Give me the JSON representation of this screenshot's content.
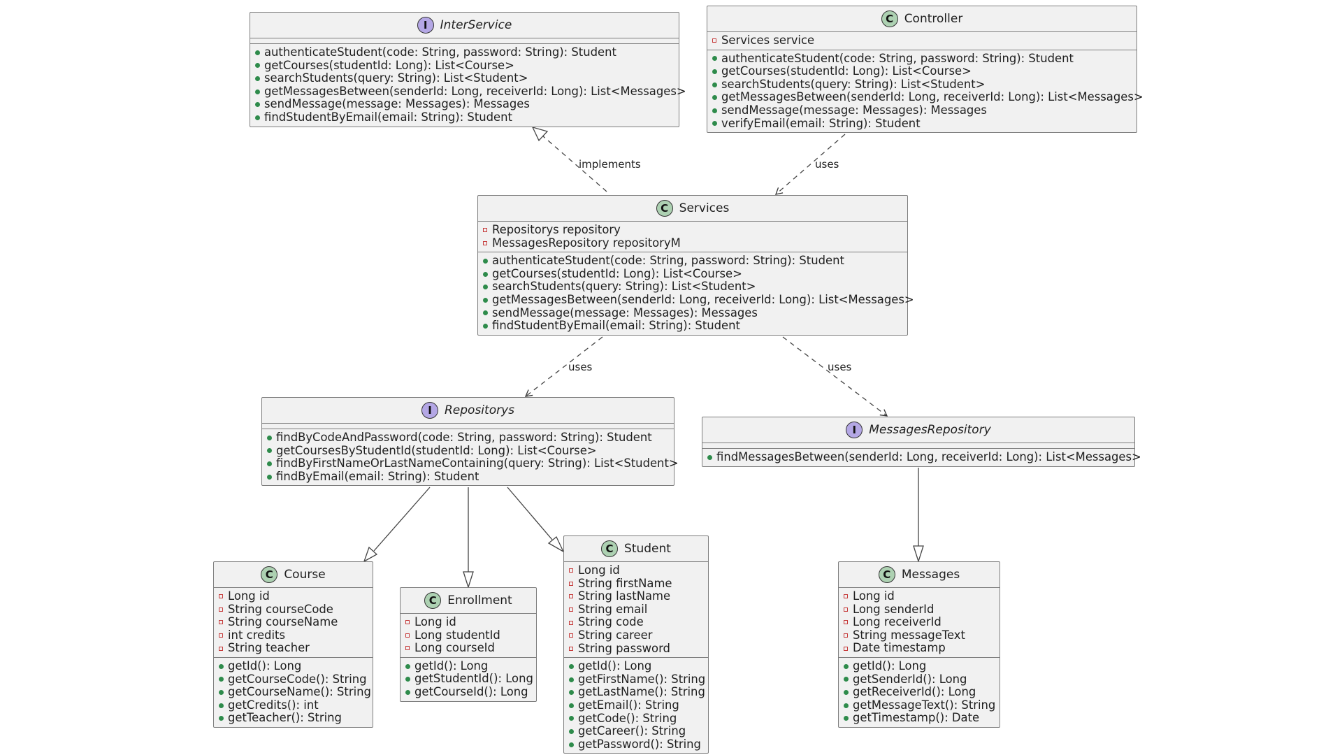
{
  "classes": {
    "interservice": {
      "name": "InterService",
      "kind": "I",
      "attributes": [],
      "methods": [
        "authenticateStudent(code: String, password: String): Student",
        "getCourses(studentId: Long): List<Course>",
        "searchStudents(query: String): List<Student>",
        "getMessagesBetween(senderId: Long, receiverId: Long): List<Messages>",
        "sendMessage(message: Messages): Messages",
        "findStudentByEmail(email: String): Student"
      ]
    },
    "controller": {
      "name": "Controller",
      "kind": "C",
      "attributes": [
        "Services service"
      ],
      "methods": [
        "authenticateStudent(code: String, password: String): Student",
        "getCourses(studentId: Long): List<Course>",
        "searchStudents(query: String): List<Student>",
        "getMessagesBetween(senderId: Long, receiverId: Long): List<Messages>",
        "sendMessage(message: Messages): Messages",
        "verifyEmail(email: String): Student"
      ]
    },
    "services": {
      "name": "Services",
      "kind": "C",
      "attributes": [
        "Repositorys repository",
        "MessagesRepository repositoryM"
      ],
      "methods": [
        "authenticateStudent(code: String, password: String): Student",
        "getCourses(studentId: Long): List<Course>",
        "searchStudents(query: String): List<Student>",
        "getMessagesBetween(senderId: Long, receiverId: Long): List<Messages>",
        "sendMessage(message: Messages): Messages",
        "findStudentByEmail(email: String): Student"
      ]
    },
    "repositorys": {
      "name": "Repositorys",
      "kind": "I",
      "attributes": [],
      "methods": [
        "findByCodeAndPassword(code: String, password: String): Student",
        "getCoursesByStudentId(studentId: Long): List<Course>",
        "findByFirstNameOrLastNameContaining(query: String): List<Student>",
        "findByEmail(email: String): Student"
      ]
    },
    "messagesrepository": {
      "name": "MessagesRepository",
      "kind": "I",
      "attributes": [],
      "methods": [
        "findMessagesBetween(senderId: Long, receiverId: Long): List<Messages>"
      ]
    },
    "course": {
      "name": "Course",
      "kind": "C",
      "attributes": [
        "Long id",
        "String courseCode",
        "String courseName",
        "int credits",
        "String teacher"
      ],
      "methods": [
        "getId(): Long",
        "getCourseCode(): String",
        "getCourseName(): String",
        "getCredits(): int",
        "getTeacher(): String"
      ]
    },
    "enrollment": {
      "name": "Enrollment",
      "kind": "C",
      "attributes": [
        "Long id",
        "Long studentId",
        "Long courseId"
      ],
      "methods": [
        "getId(): Long",
        "getStudentId(): Long",
        "getCourseId(): Long"
      ]
    },
    "student": {
      "name": "Student",
      "kind": "C",
      "attributes": [
        "Long id",
        "String firstName",
        "String lastName",
        "String email",
        "String code",
        "String career",
        "String password"
      ],
      "methods": [
        "getId(): Long",
        "getFirstName(): String",
        "getLastName(): String",
        "getEmail(): String",
        "getCode(): String",
        "getCareer(): String",
        "getPassword(): String"
      ]
    },
    "messages": {
      "name": "Messages",
      "kind": "C",
      "attributes": [
        "Long id",
        "Long senderId",
        "Long receiverId",
        "String messageText",
        "Date timestamp"
      ],
      "methods": [
        "getId(): Long",
        "getSenderId(): Long",
        "getReceiverId(): Long",
        "getMessageText(): String",
        "getTimestamp(): Date"
      ]
    }
  },
  "relations": {
    "implements_label": "implements",
    "controller_uses_label": "uses",
    "services_uses_repos_label": "uses",
    "services_uses_msgrepo_label": "uses"
  }
}
